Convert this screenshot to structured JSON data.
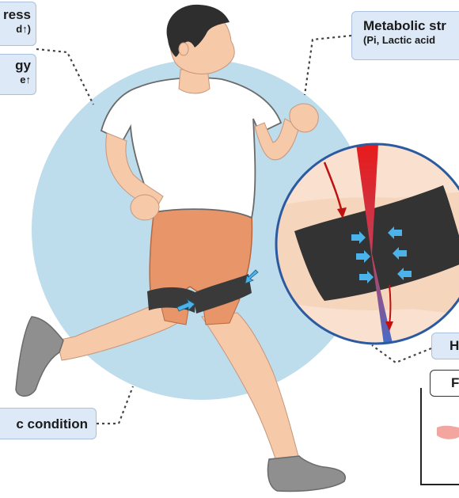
{
  "labels": {
    "stress_title": "ress",
    "stress_sub": "d↑)",
    "energy_title": "gy",
    "energy_sub": "e↑",
    "metabolic_title": "Metabolic str",
    "metabolic_sub": "(Pi, Lactic acid",
    "condition": "c condition",
    "h_label": "H",
    "f_label": "F"
  },
  "colors": {
    "background_circle": "#bddcec",
    "skin": "#f6c9a8",
    "shirt": "#ffffff",
    "shorts": "#e8956a",
    "band": "#3a3a3a",
    "arrow": "#4bb3ea",
    "artery": "#e81b1b",
    "vein": "#3d6fd1",
    "hair": "#2e2e2e",
    "shoe": "#8f8f8f",
    "box_fill": "#dde9f6",
    "box_border": "#a9c1dc"
  },
  "icons": [
    "compression-arrow-icon",
    "blood-flow-arrow-icon"
  ]
}
